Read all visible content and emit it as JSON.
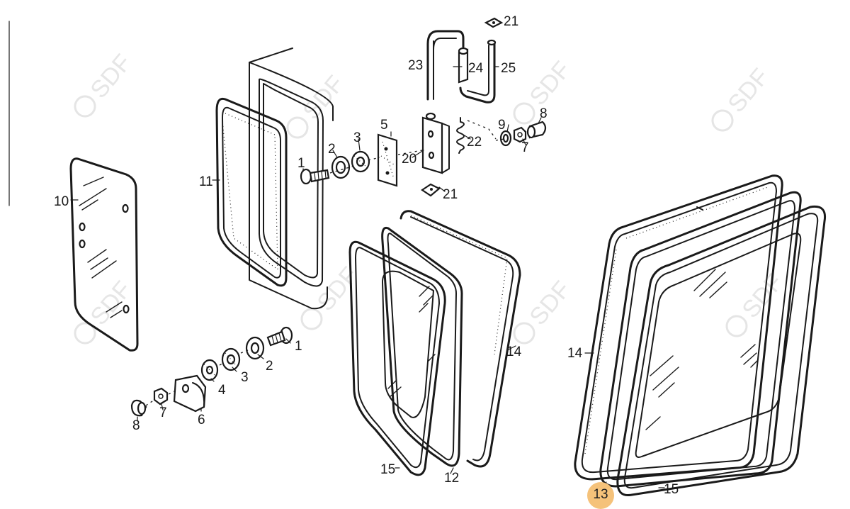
{
  "watermark": "SDF",
  "highlighted_part": "13",
  "labels": {
    "p10": "10",
    "p11": "11",
    "p1_top": "1",
    "p2_top": "2",
    "p3_top": "3",
    "p5_top": "5",
    "p20": "20",
    "p21_top": "21",
    "p21_mid": "21",
    "p23": "23",
    "p24": "24",
    "p25": "25",
    "p9": "9",
    "p8_top": "8",
    "p7_top": "7",
    "p22": "22",
    "p1_bot": "1",
    "p2_bot": "2",
    "p3_bot": "3",
    "p4_bot": "4",
    "p6": "6",
    "p7_bot": "7",
    "p8_bot": "8",
    "p14_mid": "14",
    "p15_mid": "15",
    "p12": "12",
    "p14_right": "14",
    "p15_right": "15"
  }
}
